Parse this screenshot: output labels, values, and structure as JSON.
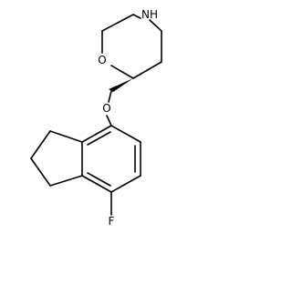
{
  "molecule": {
    "atoms": {
      "nh": "NH",
      "ring_o": "O",
      "ether_o": "O",
      "fluorine": "F"
    }
  }
}
